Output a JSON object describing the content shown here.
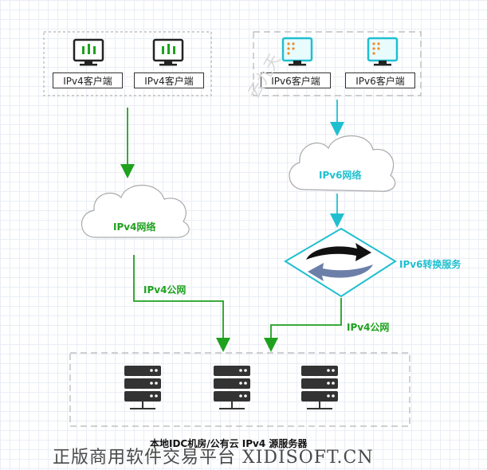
{
  "ipv4_group": {
    "clients": [
      {
        "label": "IPv4客户端"
      },
      {
        "label": "IPv4客户端"
      }
    ]
  },
  "ipv6_group": {
    "clients": [
      {
        "label": "IPv6客户端"
      },
      {
        "label": "IPv6客户端"
      }
    ]
  },
  "ipv4_network": {
    "label": "IPv4网络"
  },
  "ipv6_network": {
    "label": "IPv6网络"
  },
  "ipv4_public_left": {
    "label": "IPv4公网"
  },
  "ipv4_public_right": {
    "label": "IPv4公网"
  },
  "conversion_service": {
    "label": "IPv6转换服务"
  },
  "servers": {
    "count_label": "",
    "caption": "本地IDC机房/公有云 IPv4 源服务器"
  },
  "watermark": {
    "text": "正版商用软件交易平台 XIDISOFT.CN",
    "faint": "云九天"
  },
  "colors": {
    "green": "#1fa11f",
    "cyan": "#1fbfd0",
    "dark": "#222222"
  }
}
